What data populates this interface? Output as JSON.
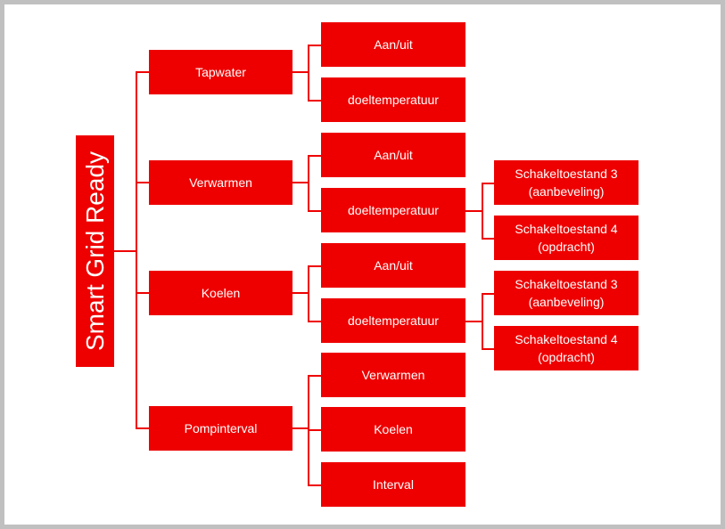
{
  "diagram": {
    "root": "Smart Grid Ready",
    "tapwater": {
      "label": "Tapwater",
      "children": [
        "Aan/uit",
        "doeltemperatuur"
      ]
    },
    "verwarmen": {
      "label": "Verwarmen",
      "children": [
        "Aan/uit",
        "doeltemperatuur"
      ],
      "sub": [
        {
          "line1": "Schakeltoestand 3",
          "line2": "(aanbeveling)"
        },
        {
          "line1": "Schakeltoestand 4",
          "line2": "(opdracht)"
        }
      ]
    },
    "koelen": {
      "label": "Koelen",
      "children": [
        "Aan/uit",
        "doeltemperatuur"
      ],
      "sub": [
        {
          "line1": "Schakeltoestand 3",
          "line2": "(aanbeveling)"
        },
        {
          "line1": "Schakeltoestand 4",
          "line2": "(opdracht)"
        }
      ]
    },
    "pompinterval": {
      "label": "Pompinterval",
      "children": [
        "Verwarmen",
        "Koelen",
        "Interval"
      ]
    }
  },
  "colors": {
    "node": "#ee0000",
    "frame": "#c0c0c0",
    "text": "#ffffff"
  }
}
